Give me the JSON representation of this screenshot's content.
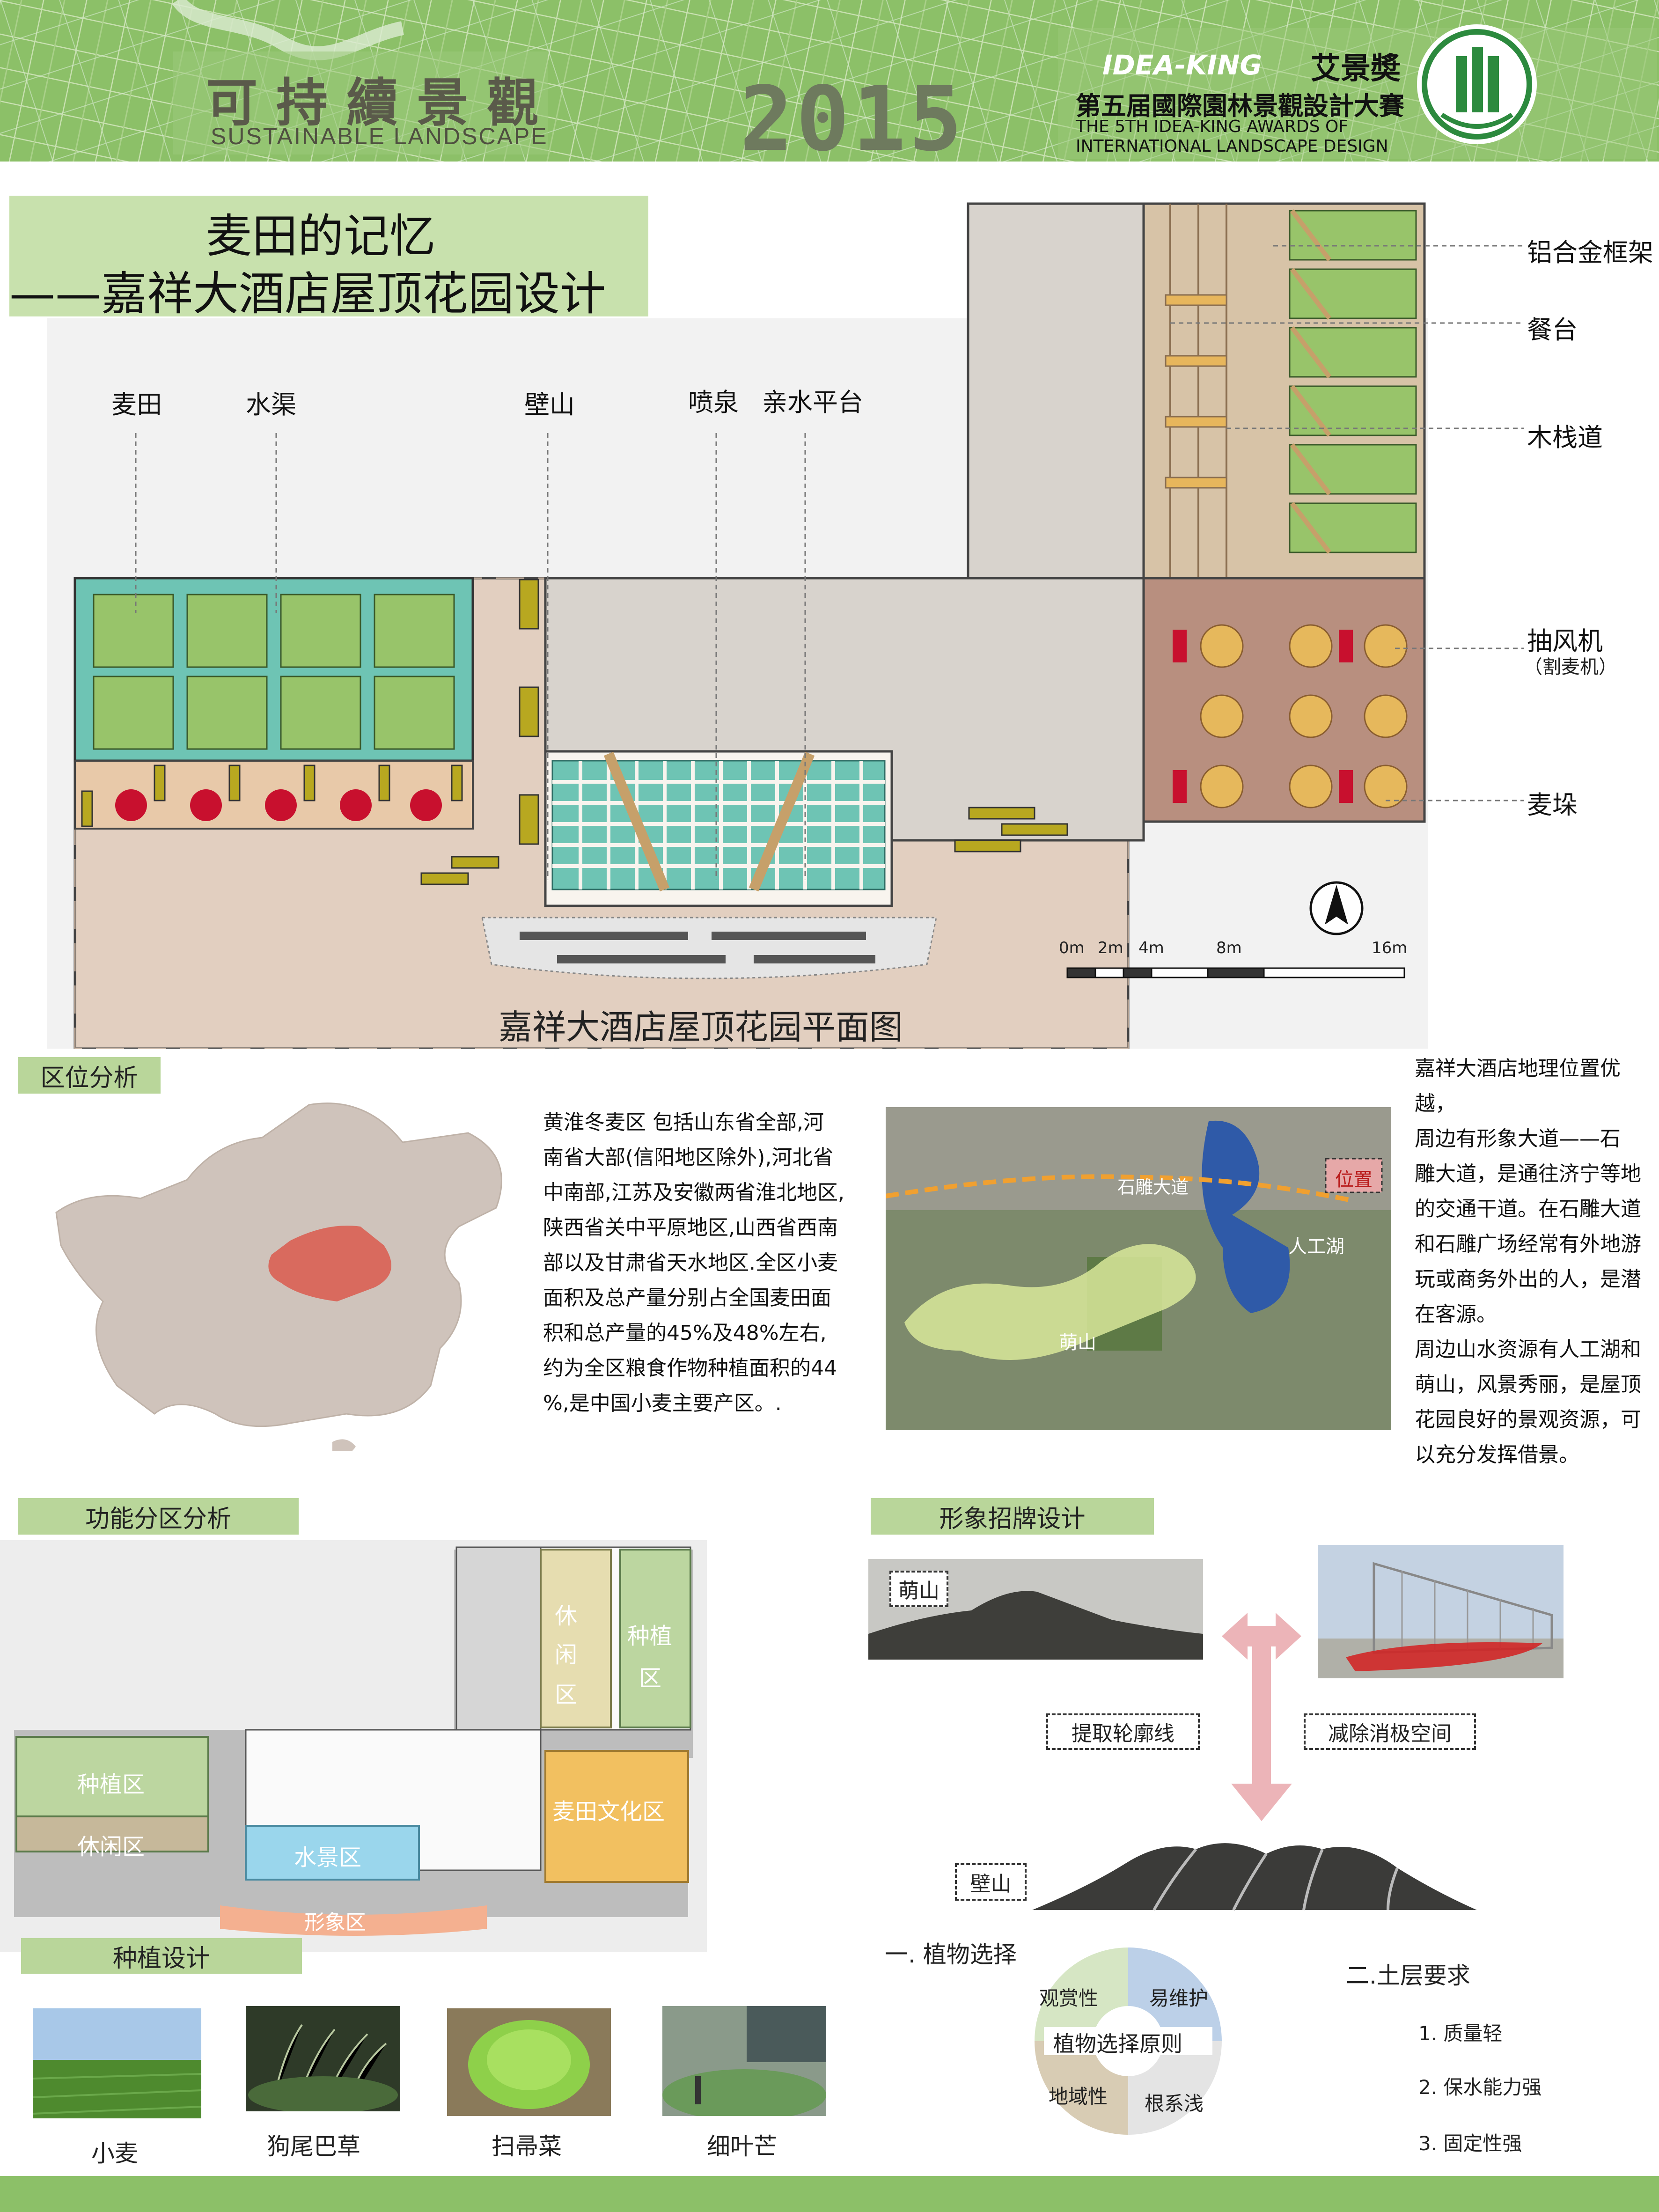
{
  "header": {
    "title_cn": "可持續景觀",
    "title_en": "SUSTAINABLE LANDSCAPE",
    "year": "2015",
    "brand": "IDEA-KING",
    "brand_cn": "艾景奬",
    "award_cn": "第五届國際園林景觀設計大賽",
    "award_en_1": "THE 5TH IDEA-KING AWARDS OF",
    "award_en_2": "INTERNATIONAL LANDSCAPE DESIGN"
  },
  "project": {
    "title_line1": "麦田的记忆",
    "title_line2": "——嘉祥大酒店屋顶花园设计",
    "plan_caption": "嘉祥大酒店屋顶花园平面图"
  },
  "plan_labels": {
    "wheat_field": "麦田",
    "canal": "水渠",
    "wall_mountain": "壁山",
    "fountain": "喷泉",
    "water_platform": "亲水平台",
    "aluminum_frame": "铝合金框架",
    "dining_table": "餐台",
    "boardwalk": "木栈道",
    "exhaust_fan": "抽风机",
    "exhaust_fan_note": "（割麦机）",
    "haystack": "麦垛"
  },
  "scale_bar": {
    "ticks": [
      "0m",
      "2m",
      "4m",
      "8m",
      "16m"
    ]
  },
  "location": {
    "tag": "区位分析",
    "region_text": "黄淮冬麦区 包括山东省全部,河\n南省大部(信阳地区除外),河北省\n中南部,江苏及安徽两省淮北地区,\n陕西省关中平原地区,山西省西南\n部以及甘肃省天水地区.全区小麦\n面积及总产量分别占全国麦田面\n积和总产量的45%及48%左右,\n约为全区粮食作物种植面积的44\n%,是中国小麦主要产区。.",
    "map_labels": {
      "road": "石雕大道",
      "position": "位置",
      "lake": "人工湖",
      "hill": "萌山"
    },
    "site_text": "嘉祥大酒店地理位置优越，\n周边有形象大道——石\n雕大道，是通往济宁等地\n的交通干道。在石雕大道\n和石雕广场经常有外地游\n玩或商务外出的人，是潜\n在客源。\n周边山水资源有人工湖和\n萌山，风景秀丽，是屋顶\n花园良好的景观资源，可\n以充分发挥借景。"
  },
  "zoning": {
    "tag": "功能分区分析",
    "zones": {
      "leisure_top_1": "休",
      "leisure_top_2": "闲",
      "leisure_top_3": "区",
      "planting_top_1": "种植",
      "planting_top_2": "区",
      "planting_left": "种植区",
      "leisure_left": "休闲区",
      "water": "水景区",
      "culture": "麦田文化区",
      "image": "形象区"
    }
  },
  "signage": {
    "tag": "形象招牌设计",
    "hill_label": "萌山",
    "step1": "提取轮廓线",
    "step2": "减除消极空间",
    "wall_label": "壁山"
  },
  "planting": {
    "tag": "种植设计",
    "plants": [
      "小麦",
      "狗尾巴草",
      "扫帚菜",
      "细叶芒"
    ]
  },
  "plant_choice": {
    "heading": "一. 植物选择",
    "center": "植物选择原则",
    "q1": "观赏性",
    "q2": "易维护",
    "q3": "地域性",
    "q4": "根系浅"
  },
  "soil": {
    "heading": "二.土层要求",
    "items": [
      "1. 质量轻",
      "2. 保水能力强",
      "3. 固定性强"
    ]
  },
  "colors": {
    "header_green": "#8cc068",
    "tag_green": "#b9d69a",
    "water": "#6ec4b4",
    "field": "#98c46a",
    "accent_red": "#c0392b"
  }
}
